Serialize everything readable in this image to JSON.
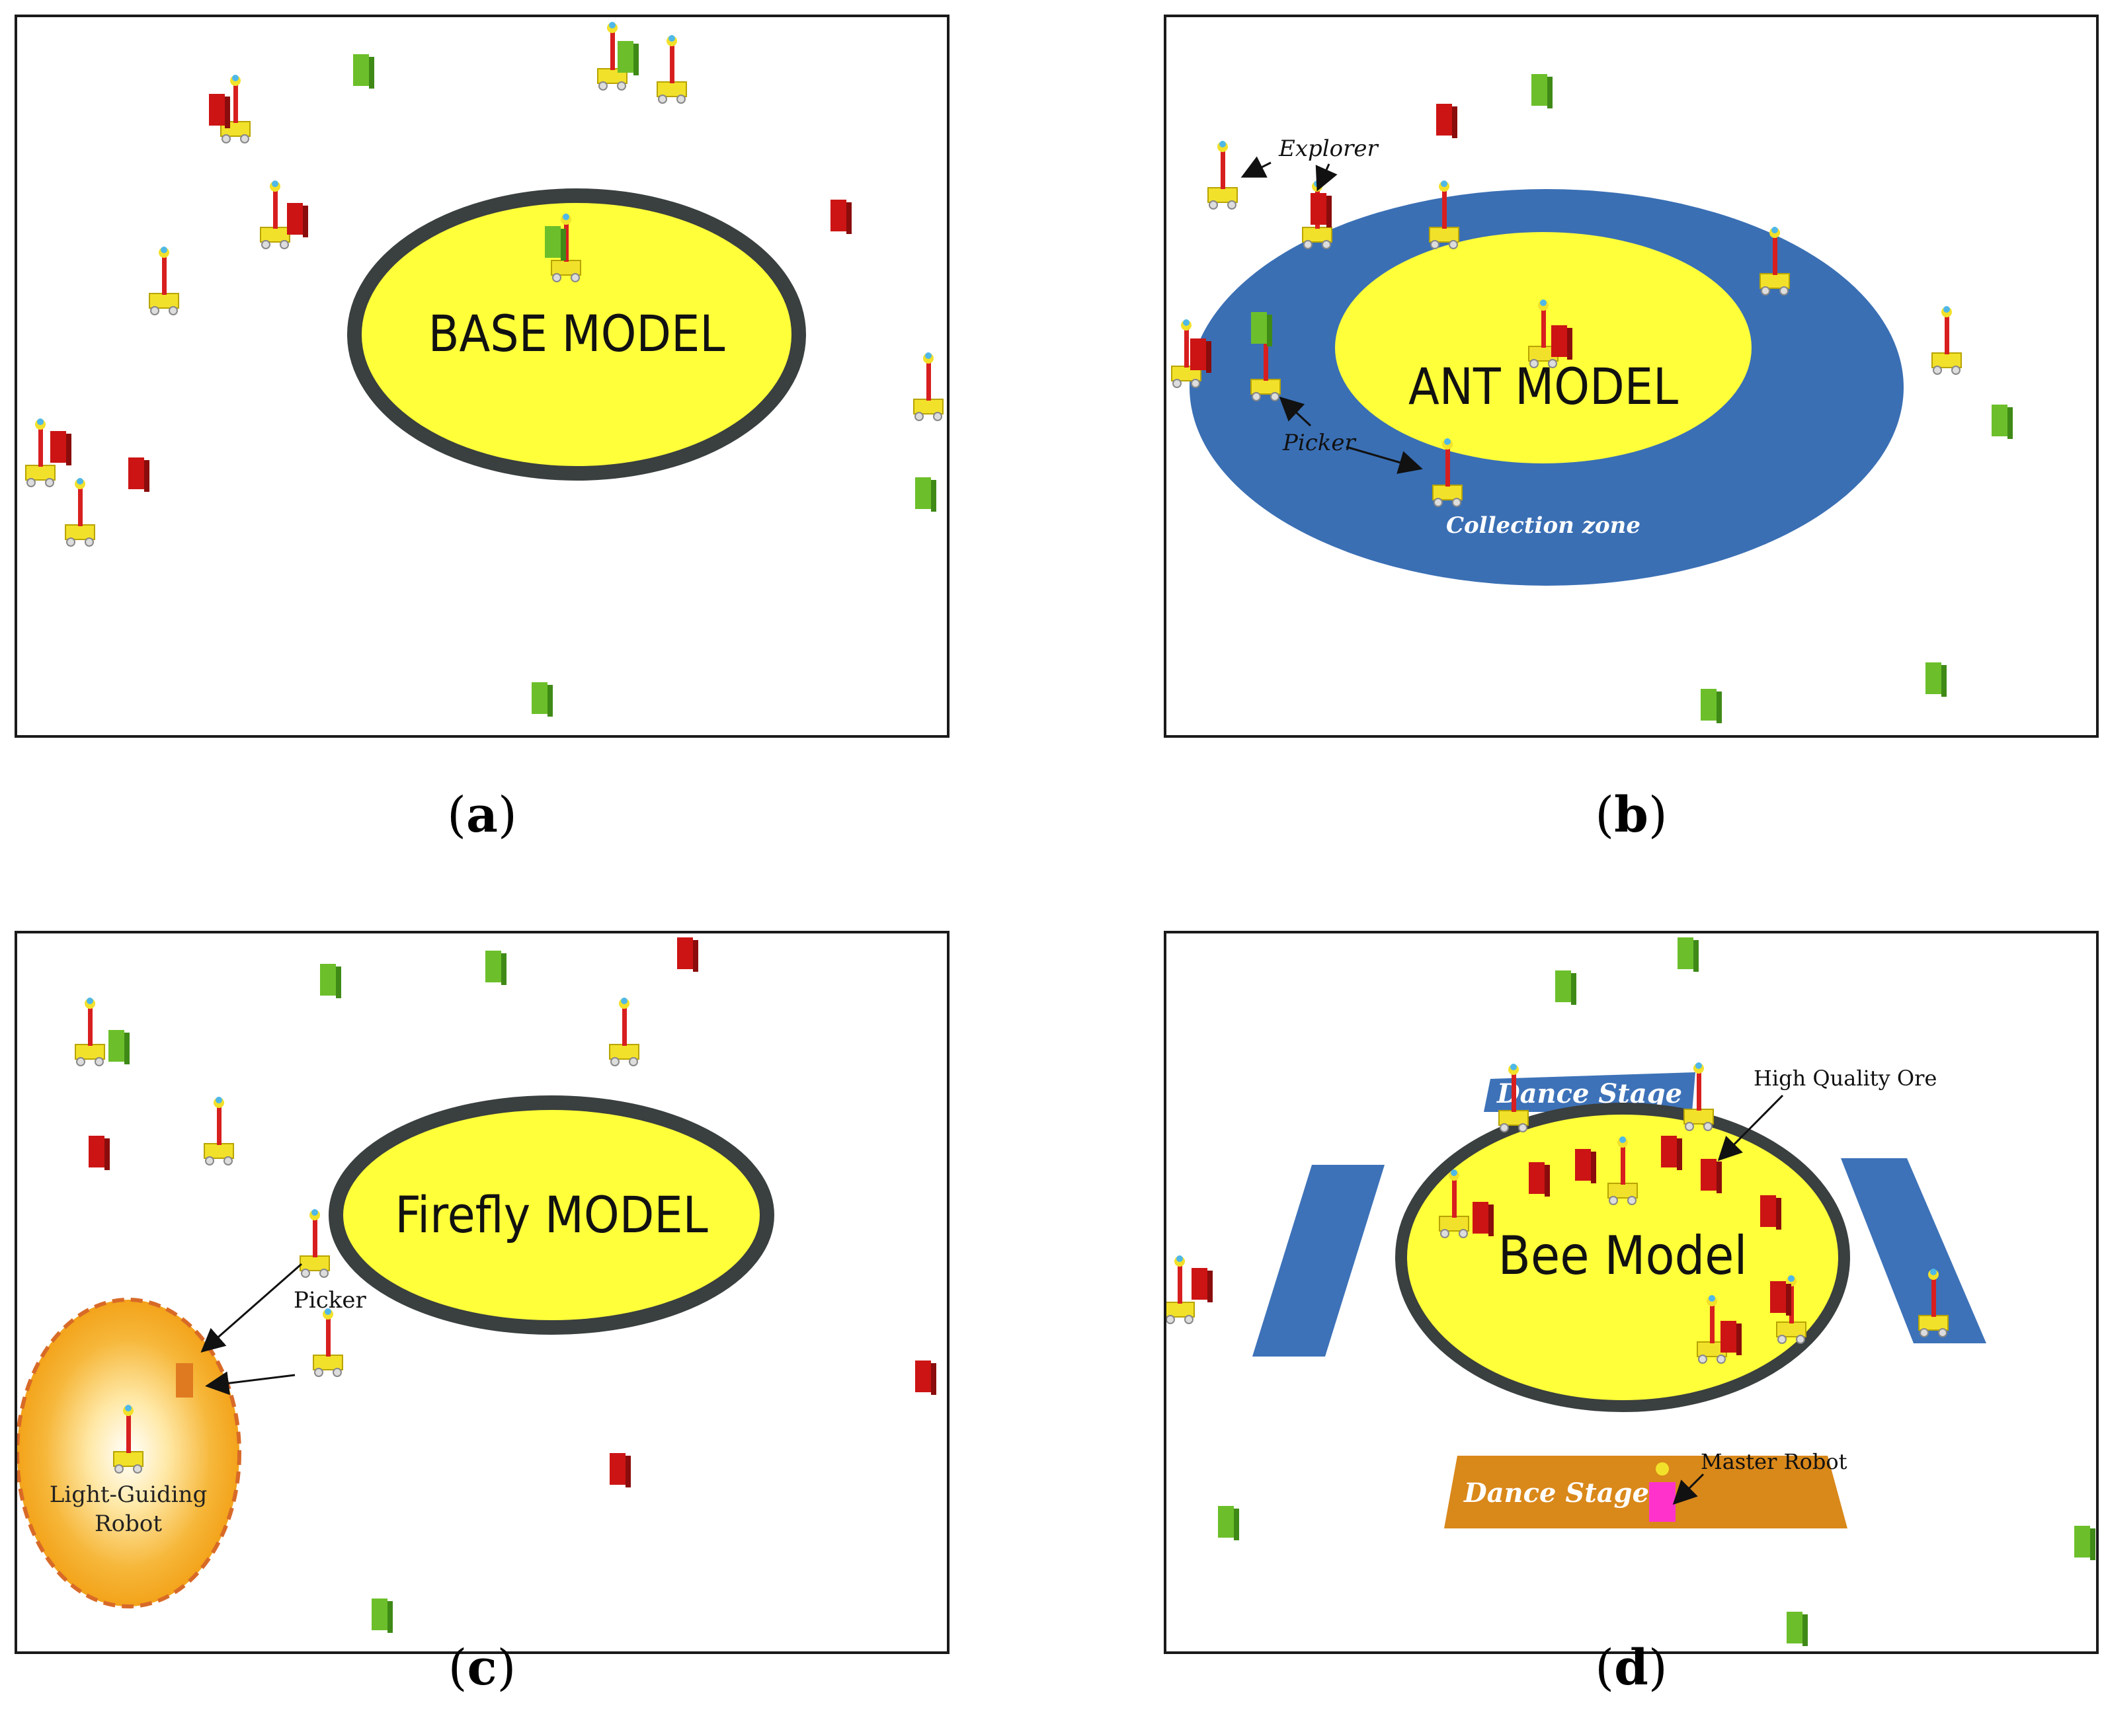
{
  "panels": {
    "a": {
      "caption_open": "(",
      "caption_letter": "a",
      "caption_close": ")",
      "nest_label": "BASE MODEL"
    },
    "b": {
      "caption_open": "(",
      "caption_letter": "b",
      "caption_close": ")",
      "nest_label": "ANT MODEL",
      "zone_label": "Collection zone",
      "explorer_label": "Explorer",
      "picker_label": "Picker"
    },
    "c": {
      "caption_open": "(",
      "caption_letter": "c",
      "caption_close": ")",
      "nest_label": "Firefly MODEL",
      "picker_label": "Picker",
      "guide_label_line1": "Light-Guiding",
      "guide_label_line2": "Robot"
    },
    "d": {
      "caption_open": "(",
      "caption_letter": "d",
      "caption_close": ")",
      "nest_label": "Bee Model",
      "stage_top_label": "Dance Stage",
      "stage_bottom_label": "Dance Stage",
      "ore_label": "High Quality Ore",
      "master_label": "Master Robot"
    }
  },
  "colors": {
    "nest_fill": "#ffff3a",
    "nest_border": "#3a3f3f",
    "collection_zone": "#3a6fb4",
    "dance_stage_blue": "#3d72b8",
    "dance_stage_orange": "#d9881a",
    "ore_red": "#cc1414",
    "ore_green": "#6cbf2a",
    "robot_yellow": "#f2e12a",
    "robot_mast": "#d81f1f",
    "light_glow": "#f3a31a",
    "master_robot": "#ff33cc"
  },
  "icons": {
    "robot": "rover-robot-icon",
    "ore": "ore-block-icon",
    "arrow": "pointer-arrow-icon"
  }
}
